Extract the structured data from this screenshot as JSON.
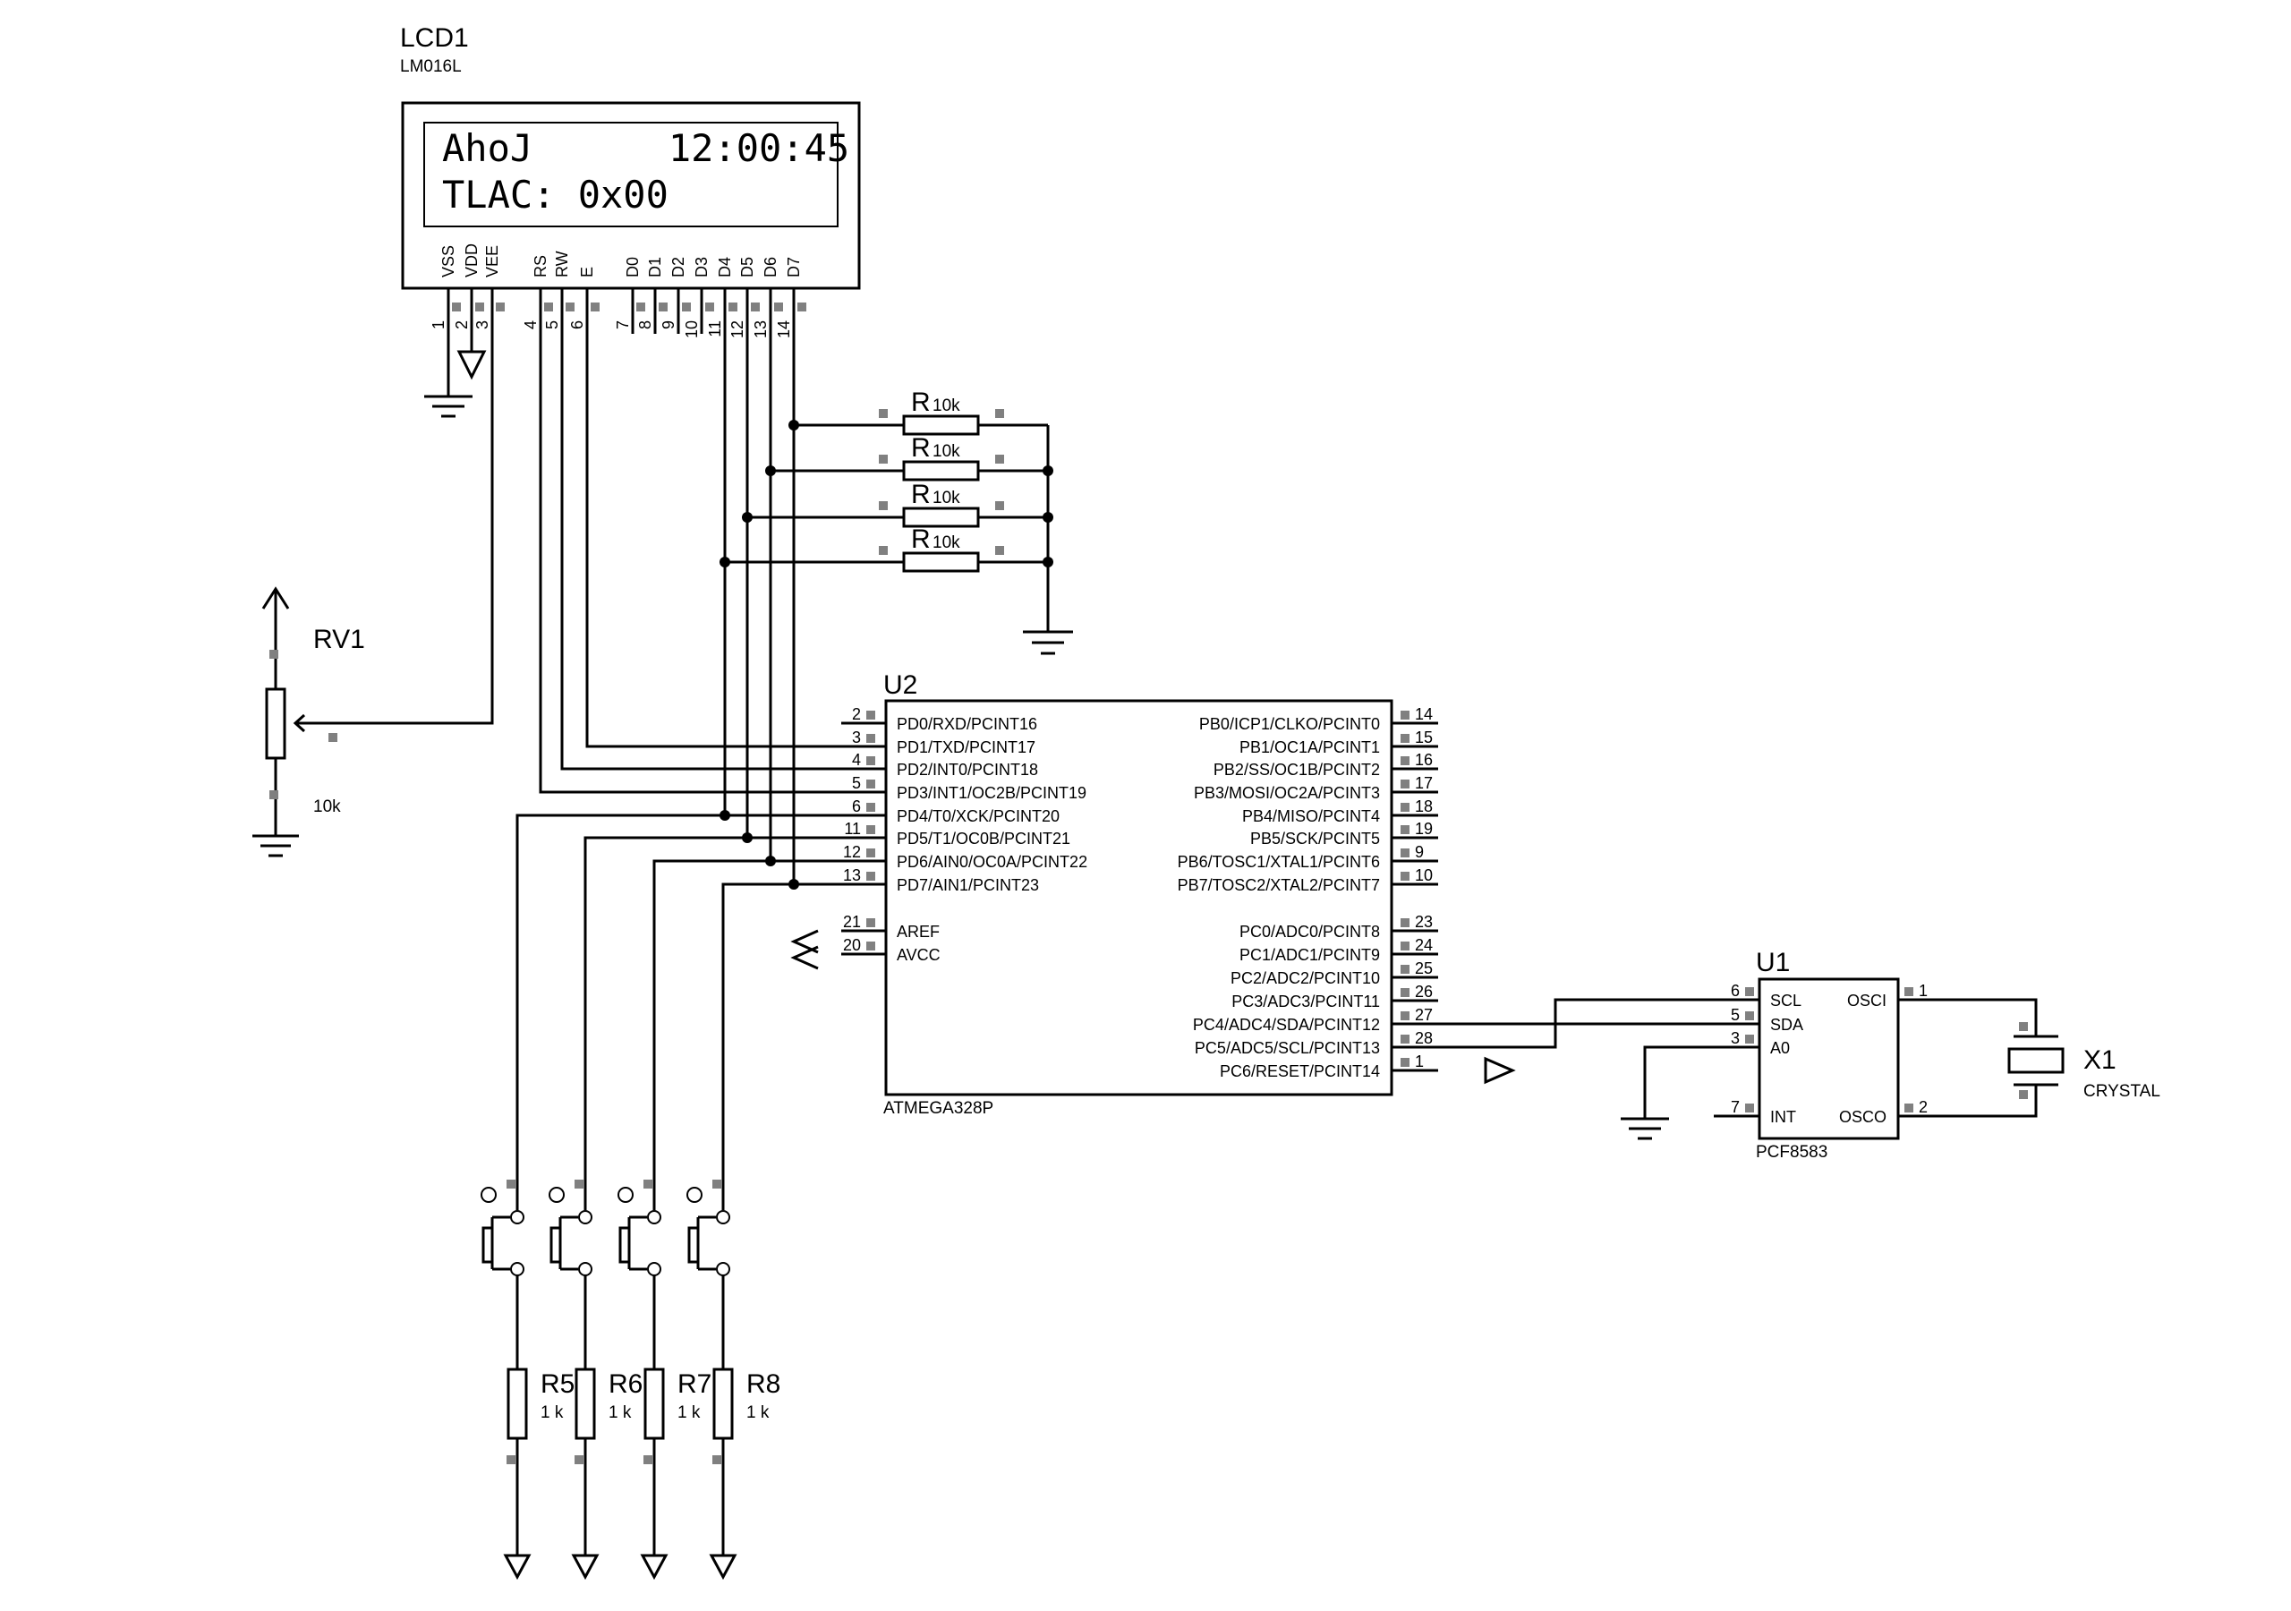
{
  "lcd": {
    "ref": "LCD1",
    "model": "LM016L",
    "line1": "AhoJ      12:00:45",
    "line2": "TLAC: 0x00",
    "pins": [
      {
        "name": "VSS",
        "num": "1"
      },
      {
        "name": "VDD",
        "num": "2"
      },
      {
        "name": "VEE",
        "num": "3"
      },
      {
        "name": "RS",
        "num": "4"
      },
      {
        "name": "RW",
        "num": "5"
      },
      {
        "name": "E",
        "num": "6"
      },
      {
        "name": "D0",
        "num": "7"
      },
      {
        "name": "D1",
        "num": "8"
      },
      {
        "name": "D2",
        "num": "9"
      },
      {
        "name": "D3",
        "num": "10"
      },
      {
        "name": "D4",
        "num": "11"
      },
      {
        "name": "D5",
        "num": "12"
      },
      {
        "name": "D6",
        "num": "13"
      },
      {
        "name": "D7",
        "num": "14"
      }
    ]
  },
  "pullups": [
    {
      "ref": "R",
      "value": "10k"
    },
    {
      "ref": "R",
      "value": "10k"
    },
    {
      "ref": "R",
      "value": "10k"
    },
    {
      "ref": "R",
      "value": "10k"
    }
  ],
  "rv1": {
    "ref": "RV1",
    "value": "10k"
  },
  "u2": {
    "ref": "U2",
    "part": "ATMEGA328P",
    "left_pins": [
      {
        "num": "2",
        "name": "PD0/RXD/PCINT16"
      },
      {
        "num": "3",
        "name": "PD1/TXD/PCINT17"
      },
      {
        "num": "4",
        "name": "PD2/INT0/PCINT18"
      },
      {
        "num": "5",
        "name": "PD3/INT1/OC2B/PCINT19"
      },
      {
        "num": "6",
        "name": "PD4/T0/XCK/PCINT20"
      },
      {
        "num": "11",
        "name": "PD5/T1/OC0B/PCINT21"
      },
      {
        "num": "12",
        "name": "PD6/AIN0/OC0A/PCINT22"
      },
      {
        "num": "13",
        "name": "PD7/AIN1/PCINT23"
      },
      {
        "num": "21",
        "name": "AREF"
      },
      {
        "num": "20",
        "name": "AVCC"
      }
    ],
    "right_pins": [
      {
        "num": "14",
        "name": "PB0/ICP1/CLKO/PCINT0"
      },
      {
        "num": "15",
        "name": "PB1/OC1A/PCINT1"
      },
      {
        "num": "16",
        "name": "PB2/SS/OC1B/PCINT2"
      },
      {
        "num": "17",
        "name": "PB3/MOSI/OC2A/PCINT3"
      },
      {
        "num": "18",
        "name": "PB4/MISO/PCINT4"
      },
      {
        "num": "19",
        "name": "PB5/SCK/PCINT5"
      },
      {
        "num": "9",
        "name": "PB6/TOSC1/XTAL1/PCINT6"
      },
      {
        "num": "10",
        "name": "PB7/TOSC2/XTAL2/PCINT7"
      },
      {
        "num": "23",
        "name": "PC0/ADC0/PCINT8"
      },
      {
        "num": "24",
        "name": "PC1/ADC1/PCINT9"
      },
      {
        "num": "25",
        "name": "PC2/ADC2/PCINT10"
      },
      {
        "num": "26",
        "name": "PC3/ADC3/PCINT11"
      },
      {
        "num": "27",
        "name": "PC4/ADC4/SDA/PCINT12"
      },
      {
        "num": "28",
        "name": "PC5/ADC5/SCL/PCINT13"
      },
      {
        "num": "1",
        "name": "PC6/RESET/PCINT14"
      }
    ]
  },
  "u1": {
    "ref": "U1",
    "part": "PCF8583",
    "left_pins": [
      {
        "num": "6",
        "name": "SCL"
      },
      {
        "num": "5",
        "name": "SDA"
      },
      {
        "num": "3",
        "name": "A0"
      },
      {
        "num": "7",
        "name": "INT"
      }
    ],
    "right_pins": [
      {
        "num": "1",
        "name": "OSCI"
      },
      {
        "num": "2",
        "name": "OSCO"
      }
    ]
  },
  "x1": {
    "ref": "X1",
    "value": "CRYSTAL"
  },
  "buttons": [
    {
      "resistor_ref": "R5",
      "value": "1 k"
    },
    {
      "resistor_ref": "R6",
      "value": "1 k"
    },
    {
      "resistor_ref": "R7",
      "value": "1 k"
    },
    {
      "resistor_ref": "R8",
      "value": "1 k"
    }
  ]
}
